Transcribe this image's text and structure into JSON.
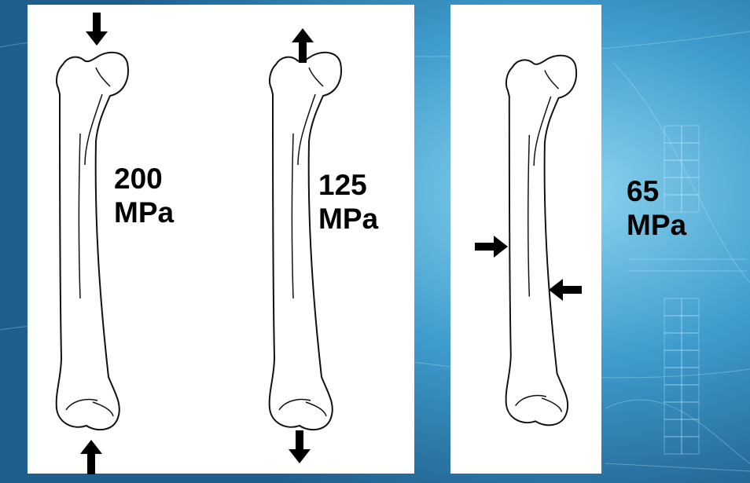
{
  "colors": {
    "background": "#2f86b8",
    "background_light": "#6cc3e6",
    "panel": "#ffffff",
    "ink": "#000000"
  },
  "diagram": {
    "figures": [
      {
        "id": "compression",
        "load": "compression",
        "value": "200",
        "unit": "MPa",
        "arrows": [
          "down-arrow-top",
          "up-arrow-bottom"
        ]
      },
      {
        "id": "tension",
        "load": "tension",
        "value": "125",
        "unit": "MPa",
        "arrows": [
          "up-arrow-top",
          "down-arrow-bottom"
        ]
      },
      {
        "id": "shear",
        "load": "shear",
        "value": "65",
        "unit": "MPa",
        "arrows": [
          "right-arrow-left",
          "left-arrow-right"
        ]
      }
    ]
  }
}
